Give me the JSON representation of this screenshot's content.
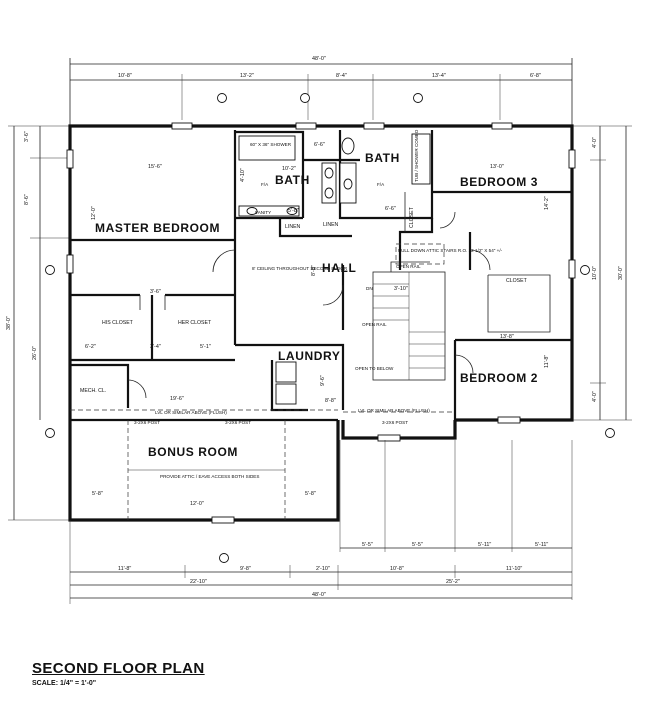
{
  "plan": {
    "title": "SECOND FLOOR PLAN",
    "scale": "SCALE: 1/4\" = 1'-0\""
  },
  "rooms": {
    "master_bedroom": "MASTER BEDROOM",
    "bath_master": "BATH",
    "bath_hall": "BATH",
    "bedroom3": "BEDROOM 3",
    "bedroom2": "BEDROOM 2",
    "hall": "HALL",
    "laundry": "LAUNDRY",
    "bonus_room": "BONUS ROOM",
    "his_closet": "HIS CLOSET",
    "her_closet": "HER CLOSET",
    "mech_cl": "MECH. CL.",
    "closet_b2": "CLOSET",
    "closet_b3": "CLOSET",
    "linen1": "LINEN",
    "linen2": "LINEN"
  },
  "notes": {
    "shower": "60\" X 36\" SHOWER",
    "vanity": "VANITY",
    "tub": "TUB / SHOWER COMBO",
    "ceiling": "8' CEILING THROUGHOUT SECOND FLOOR",
    "attic": "PULL DOWN ATTIC STAIRS R.O. 22 1/2\" X 54\" +/-",
    "open_rail_1": "OPEN RAIL",
    "open_rail_2": "OPEN RAIL",
    "open_below": "OPEN TO BELOW",
    "lvl_1": "LVL OR SIMILAR ABOVE (FLUSH)",
    "lvl_2": "LVL OR SIMILAR ABOVE (FLUSH)",
    "post_1": "3-2X6 POST",
    "post_2": "3-2X6 POST",
    "post_3": "3-2X6 POST",
    "attic_access": "PROVIDE ATTIC / EAVE ACCESS BOTH SIDES",
    "fa1": "F/A",
    "fa2": "F/A",
    "dn": "DN"
  },
  "dims": {
    "top_total": "48'-0\"",
    "top_1": "10'-8\"",
    "top_2": "13'-2\"",
    "top_3": "8'-4\"",
    "top_4": "13'-4\"",
    "top_5": "6'-8\"",
    "left_1": "3'-6\"",
    "left_2": "8'-6\"",
    "left_3": "38'-0\"",
    "left_4": "26'-0\"",
    "right_1": "4'-0\"",
    "right_2": "10'-0\"",
    "right_3": "30'-0\"",
    "right_4": "4'-0\"",
    "bot_1": "11'-8\"",
    "bot_2": "9'-8\"",
    "bot_3": "2'-10\"",
    "bot_4": "10'-8\"",
    "bot_5": "11'-10\"",
    "bot_6": "22'-10\"",
    "bot_7": "25'-2\"",
    "bot_total": "48'-0\"",
    "sub_1": "5'-5\"",
    "sub_2": "5'-5\"",
    "sub_3": "5'-11\"",
    "sub_4": "5'-11\"",
    "br3_w": "13'-0\"",
    "br2_w": "13'-8\"",
    "br3_h": "14'-2\"",
    "br2_h": "11'-8\"",
    "mbr_w": "15'-6\"",
    "bonus_w": "12'-0\"",
    "bonus_l": "5'-8\"",
    "bonus_r": "5'-8\"",
    "m1": "12'-0\"",
    "m2": "3'-6\"",
    "m3": "6'-2\"",
    "m4": "3'-4\"",
    "m5": "5'-1\"",
    "m6": "19'-6\"",
    "m7": "10'-2\"",
    "m8": "6'-6\"",
    "m9": "4'-10\"",
    "m10": "5'-8\"",
    "m11": "8'-8\"",
    "m12": "3'-10\"",
    "m13": "9'-6\"",
    "m14": "6'-6\"",
    "m15": "8'-8\""
  }
}
